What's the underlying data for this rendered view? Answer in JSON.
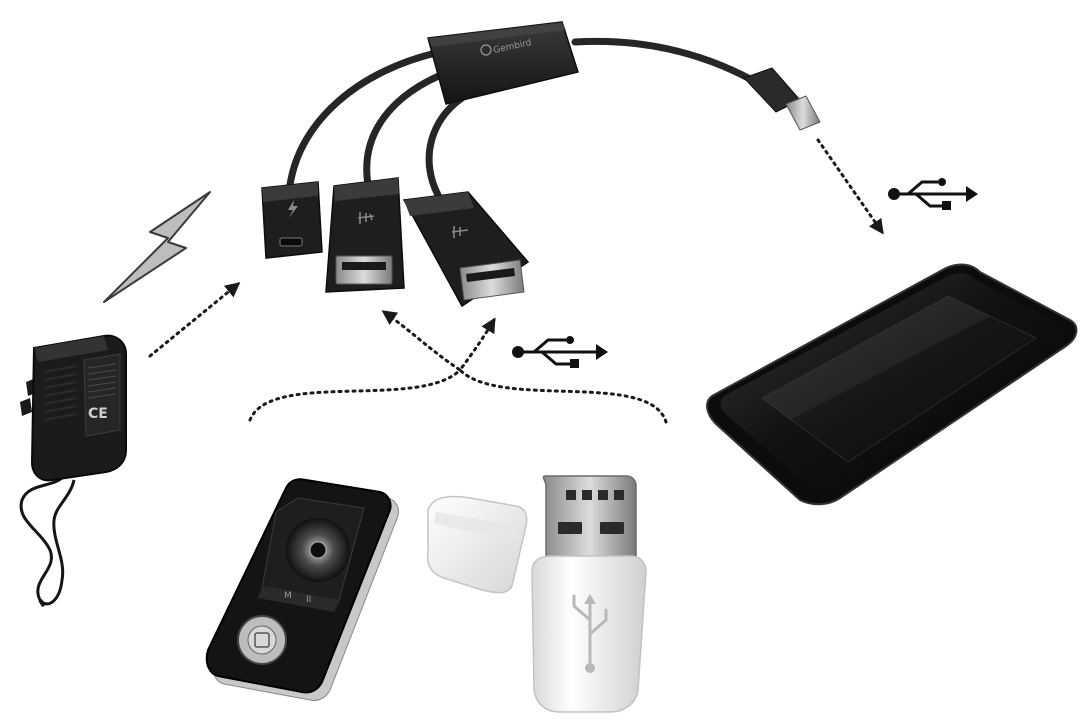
{
  "hub": {
    "brand": "Gembird"
  },
  "charger": {
    "marking": "CE"
  },
  "mp3_player": {
    "nav_marks": [
      "M",
      "II"
    ]
  },
  "icons": {
    "usb_symbol_1": "usb-icon",
    "usb_symbol_2": "usb-icon",
    "lightning": "lightning-bolt-icon"
  },
  "colors": {
    "device_body": "#1c1c1c",
    "cable": "#2a2a2a",
    "arrow": "#1a1a1a",
    "lightning_fill": "#b9b9b9",
    "flash_drive": "#f1f1f1"
  }
}
